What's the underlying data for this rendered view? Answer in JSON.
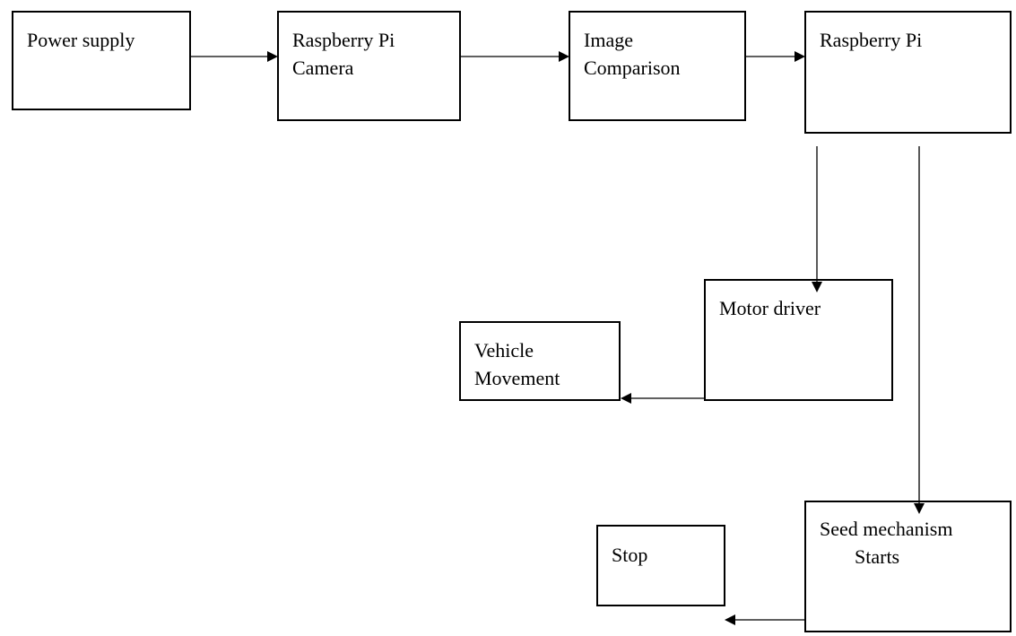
{
  "diagram": {
    "type": "block-flowchart",
    "nodes": [
      {
        "id": "power_supply",
        "lines": [
          "Power supply"
        ]
      },
      {
        "id": "rpi_camera",
        "lines": [
          "Raspberry Pi",
          "Camera"
        ]
      },
      {
        "id": "image_comparison",
        "lines": [
          "Image",
          "Comparison"
        ]
      },
      {
        "id": "raspberry_pi",
        "lines": [
          "Raspberry Pi"
        ]
      },
      {
        "id": "motor_driver",
        "lines": [
          "Motor driver"
        ]
      },
      {
        "id": "vehicle_movement",
        "lines": [
          "Vehicle",
          "Movement"
        ]
      },
      {
        "id": "seed_mechanism",
        "lines": [
          "Seed mechanism",
          "Starts"
        ]
      },
      {
        "id": "stop",
        "lines": [
          "Stop"
        ]
      }
    ],
    "edges": [
      {
        "from": "power_supply",
        "to": "rpi_camera"
      },
      {
        "from": "rpi_camera",
        "to": "image_comparison"
      },
      {
        "from": "image_comparison",
        "to": "raspberry_pi"
      },
      {
        "from": "raspberry_pi",
        "to": "motor_driver"
      },
      {
        "from": "raspberry_pi",
        "to": "seed_mechanism"
      },
      {
        "from": "motor_driver",
        "to": "vehicle_movement"
      },
      {
        "from": "seed_mechanism",
        "to": "stop"
      }
    ],
    "colors": {
      "stroke": "#000000",
      "fill": "#ffffff",
      "text": "#000000"
    }
  }
}
